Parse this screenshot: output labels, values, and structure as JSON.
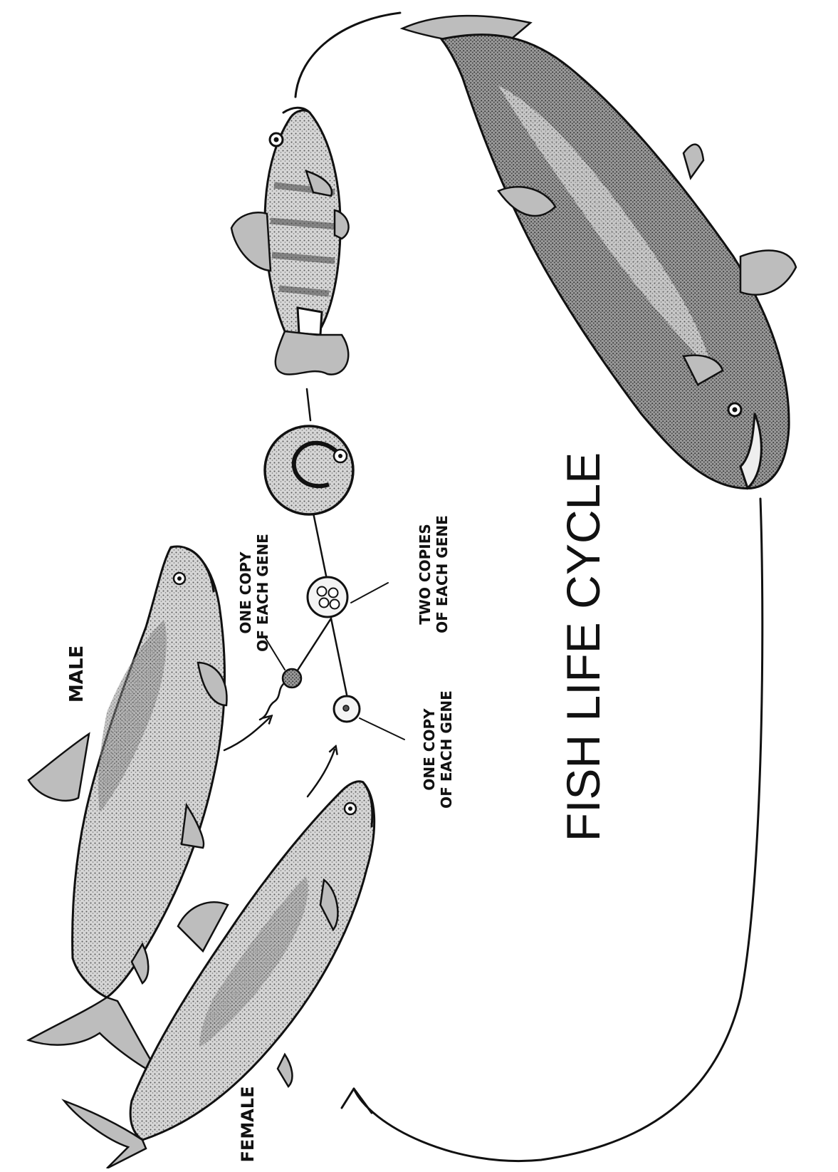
{
  "diagram": {
    "title": "FISH LIFE CYCLE",
    "labels": {
      "male": "MALE",
      "female": "FEMALE",
      "sperm_line1": "ONE COPY",
      "sperm_line2": "OF EACH GENE",
      "egg_line1": "ONE COPY",
      "egg_line2": "OF EACH GENE",
      "zygote_line1": "TWO COPIES",
      "zygote_line2": "OF EACH GENE"
    },
    "stages": [
      "male",
      "female",
      "sperm",
      "egg",
      "zygote",
      "embryo",
      "juvenile",
      "adult"
    ],
    "colors": {
      "ink": "#111111",
      "background": "#ffffff"
    }
  }
}
